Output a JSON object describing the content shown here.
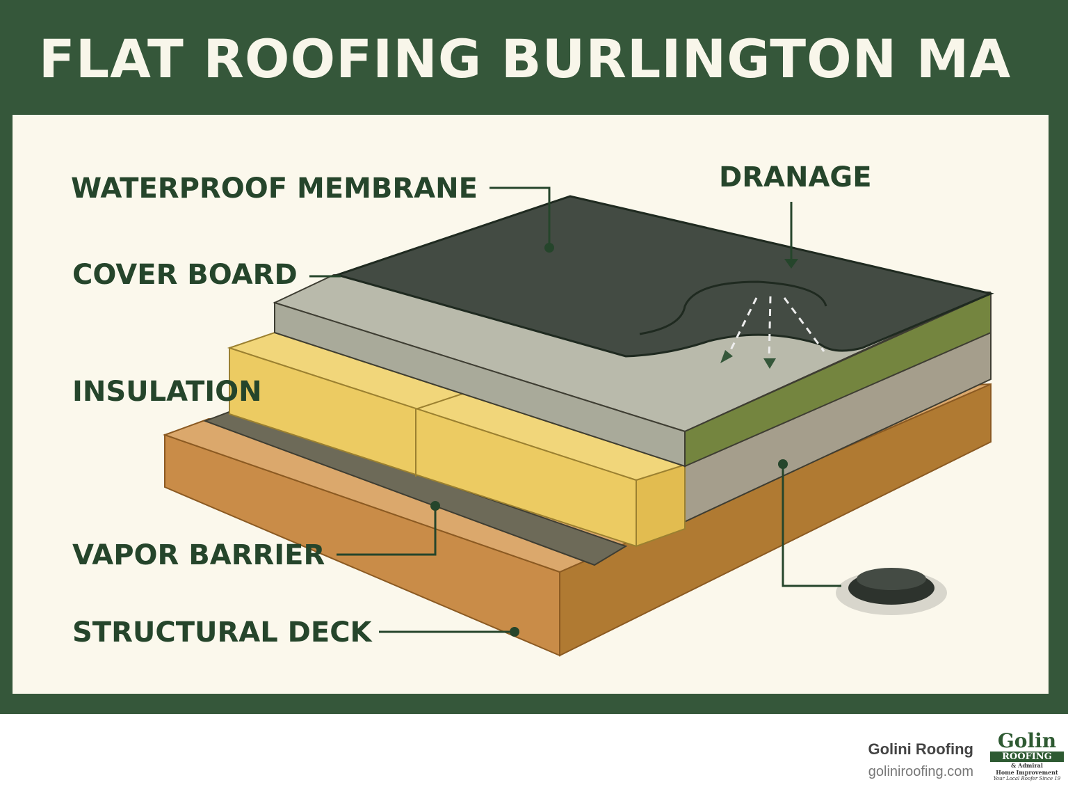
{
  "title": "FLAT ROOFING BURLINGTON MA",
  "labels": {
    "membrane": "WATERPROOF MEMBRANE",
    "cover_board": "COVER BOARD",
    "insulation": "INSULATION",
    "vapor_barrier": "VAPOR BARRIER",
    "deck": "STRUCTURAL DECK",
    "drainage": "DRANAGE"
  },
  "footer": {
    "company": "Golini Roofing",
    "url": "goliniroofing.com",
    "logo": {
      "line1": "Golin",
      "line2": "ROOFING",
      "line3": "& Admiral",
      "line4": "Home Improvement",
      "line5": "Your Local Roofer Since 19"
    }
  },
  "colors": {
    "frame": "#35573a",
    "panel": "#fbf8ec",
    "label": "#25452b",
    "membrane": "#424a42",
    "cover_board": "#b1b2a2",
    "insulation": "#eccb62",
    "deck": "#c98c48"
  }
}
